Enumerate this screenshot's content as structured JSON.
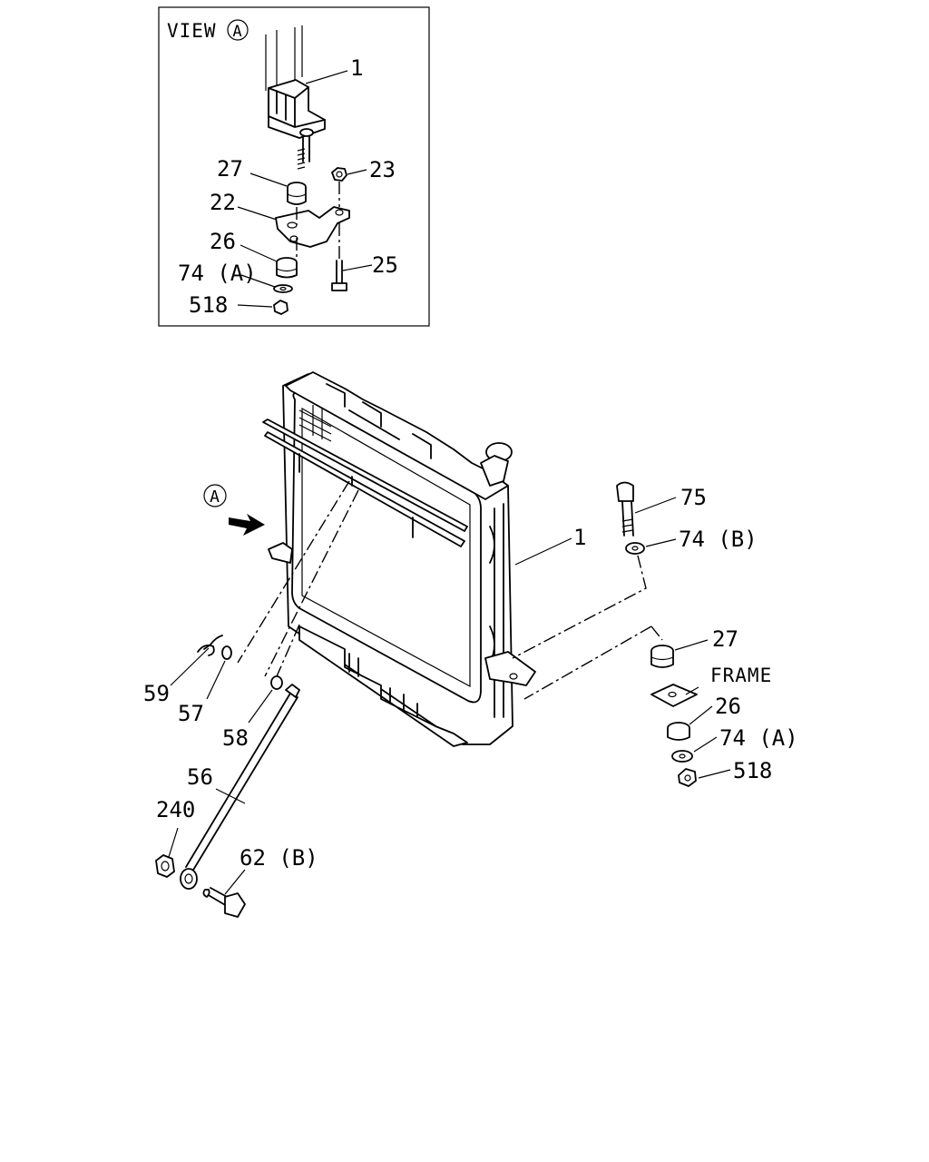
{
  "view_box": {
    "title": "VIEW",
    "marker": "A"
  },
  "view_marker": "A",
  "labels": {
    "v_1": "1",
    "v_27": "27",
    "v_23": "23",
    "v_22": "22",
    "v_26": "26",
    "v_25": "25",
    "v_74a": "74 (A)",
    "v_518": "518",
    "m_1": "1",
    "m_75": "75",
    "m_74b": "74 (B)",
    "m_27": "27",
    "m_frame": "FRAME",
    "m_26": "26",
    "m_74a": "74 (A)",
    "m_518": "518",
    "m_59": "59",
    "m_57": "57",
    "m_58": "58",
    "m_56": "56",
    "m_240": "240",
    "m_62b": "62 (B)"
  }
}
